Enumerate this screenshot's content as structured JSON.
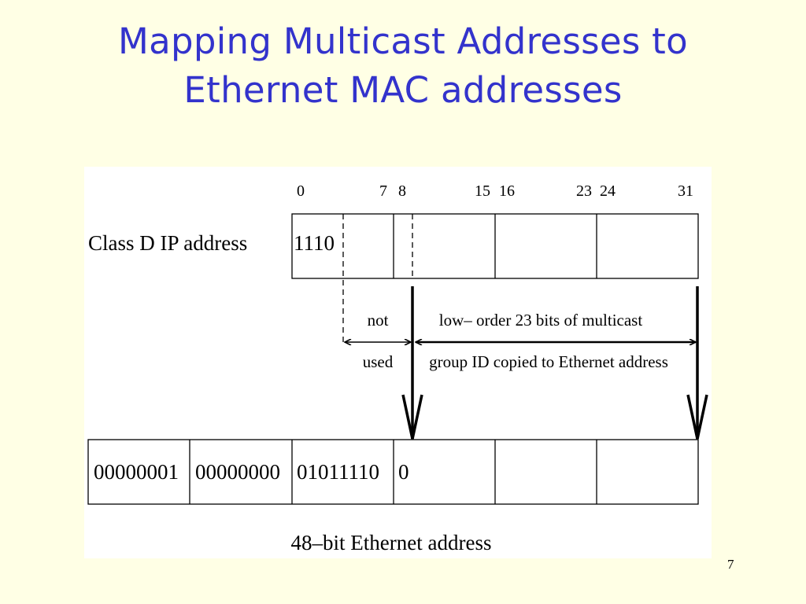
{
  "slide": {
    "title_line1": "Mapping Multicast Addresses to",
    "title_line2": "Ethernet MAC addresses",
    "page_number": "7"
  },
  "diagram": {
    "ip_label": "Class D IP address",
    "bit_positions": [
      "0",
      "7",
      "8",
      "15",
      "16",
      "23",
      "24",
      "31"
    ],
    "ip_prefix": "1110",
    "not_used_top": "not",
    "not_used_bottom": "used",
    "copied_top": "low– order 23 bits of multicast",
    "copied_bottom": "group ID copied to Ethernet address",
    "mac_octets": [
      "00000001",
      "00000000",
      "01011110",
      "0"
    ],
    "mac_label": "48–bit Ethernet address"
  },
  "colors": {
    "background": "#ffffe5",
    "title": "#3333cc",
    "figure_bg": "#ffffff"
  }
}
